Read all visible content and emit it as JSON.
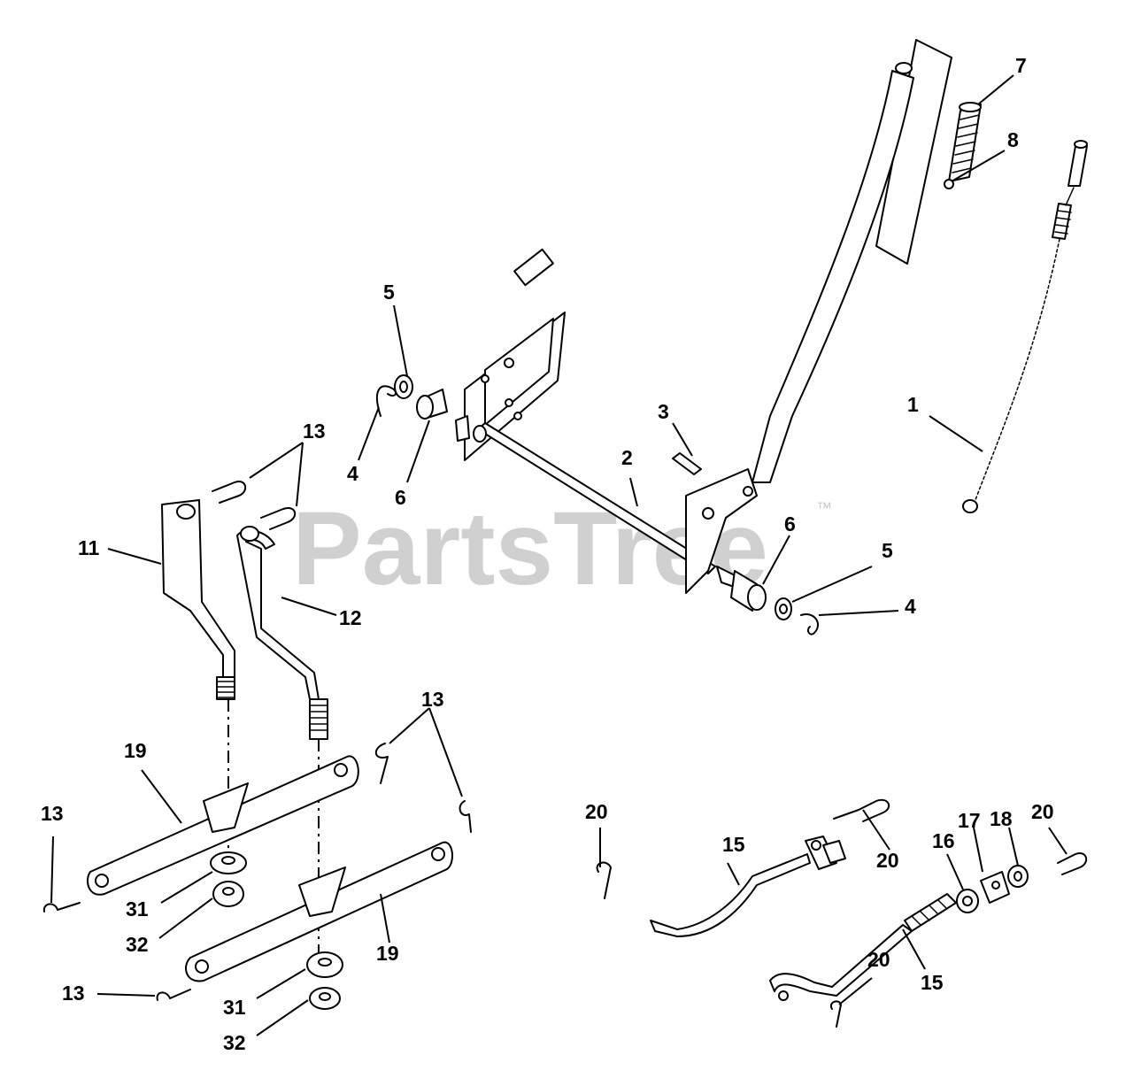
{
  "watermark": {
    "text": "PartsTree",
    "trademark": "™"
  },
  "callouts": {
    "c1": "1",
    "c2": "2",
    "c3": "3",
    "c4a": "4",
    "c4b": "4",
    "c5a": "5",
    "c5b": "5",
    "c6a": "6",
    "c6b": "6",
    "c7": "7",
    "c8": "8",
    "c11": "11",
    "c12": "12",
    "c13a": "13",
    "c13b": "13",
    "c13c": "13",
    "c13d": "13",
    "c15a": "15",
    "c15b": "15",
    "c16": "16",
    "c17": "17",
    "c18": "18",
    "c19a": "19",
    "c19b": "19",
    "c20a": "20",
    "c20b": "20",
    "c20c": "20",
    "c20d": "20",
    "c31a": "31",
    "c31b": "31",
    "c32a": "32",
    "c32b": "32"
  }
}
